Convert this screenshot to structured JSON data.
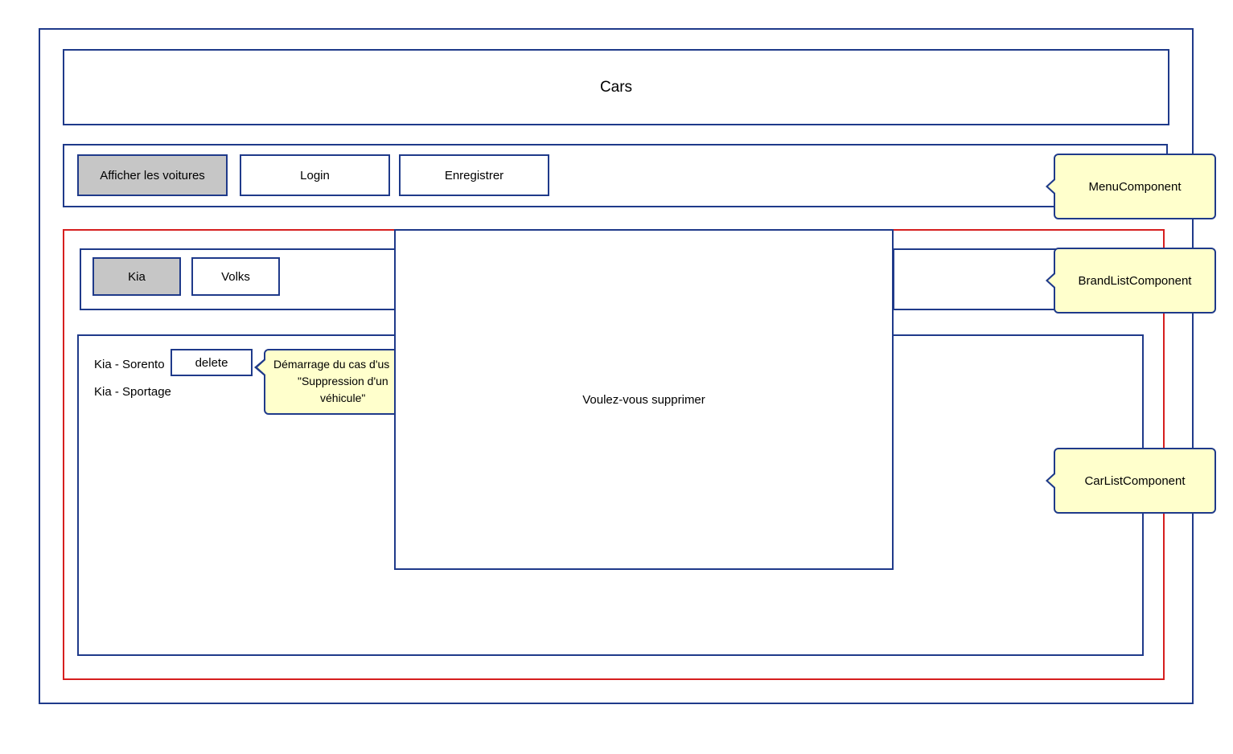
{
  "header": {
    "title": "Cars"
  },
  "menu": {
    "buttons": [
      {
        "label": "Afficher les voitures",
        "active": true
      },
      {
        "label": "Login",
        "active": false
      },
      {
        "label": "Enregistrer",
        "active": false
      }
    ]
  },
  "brand_list": {
    "buttons": [
      {
        "label": "Kia",
        "active": true
      },
      {
        "label": "Volks",
        "active": false
      }
    ]
  },
  "car_list": {
    "items": [
      {
        "label": "Kia - Sorento"
      },
      {
        "label": "Kia - Sportage"
      }
    ],
    "delete_label": "delete"
  },
  "annotations": {
    "menu_component": "MenuComponent",
    "brand_list_component": "BrandListComponent",
    "car_list_component": "CarListComponent",
    "use_case": [
      "Démarrage du cas d'us",
      "\"Suppression d'un",
      "véhicule\""
    ]
  },
  "modal": {
    "message": "Voulez-vous supprimer"
  },
  "colors": {
    "border": "#1f3a8a",
    "red_frame": "#d61f1f",
    "active_button": "#c6c6c6",
    "note_fill": "#ffffcc"
  }
}
